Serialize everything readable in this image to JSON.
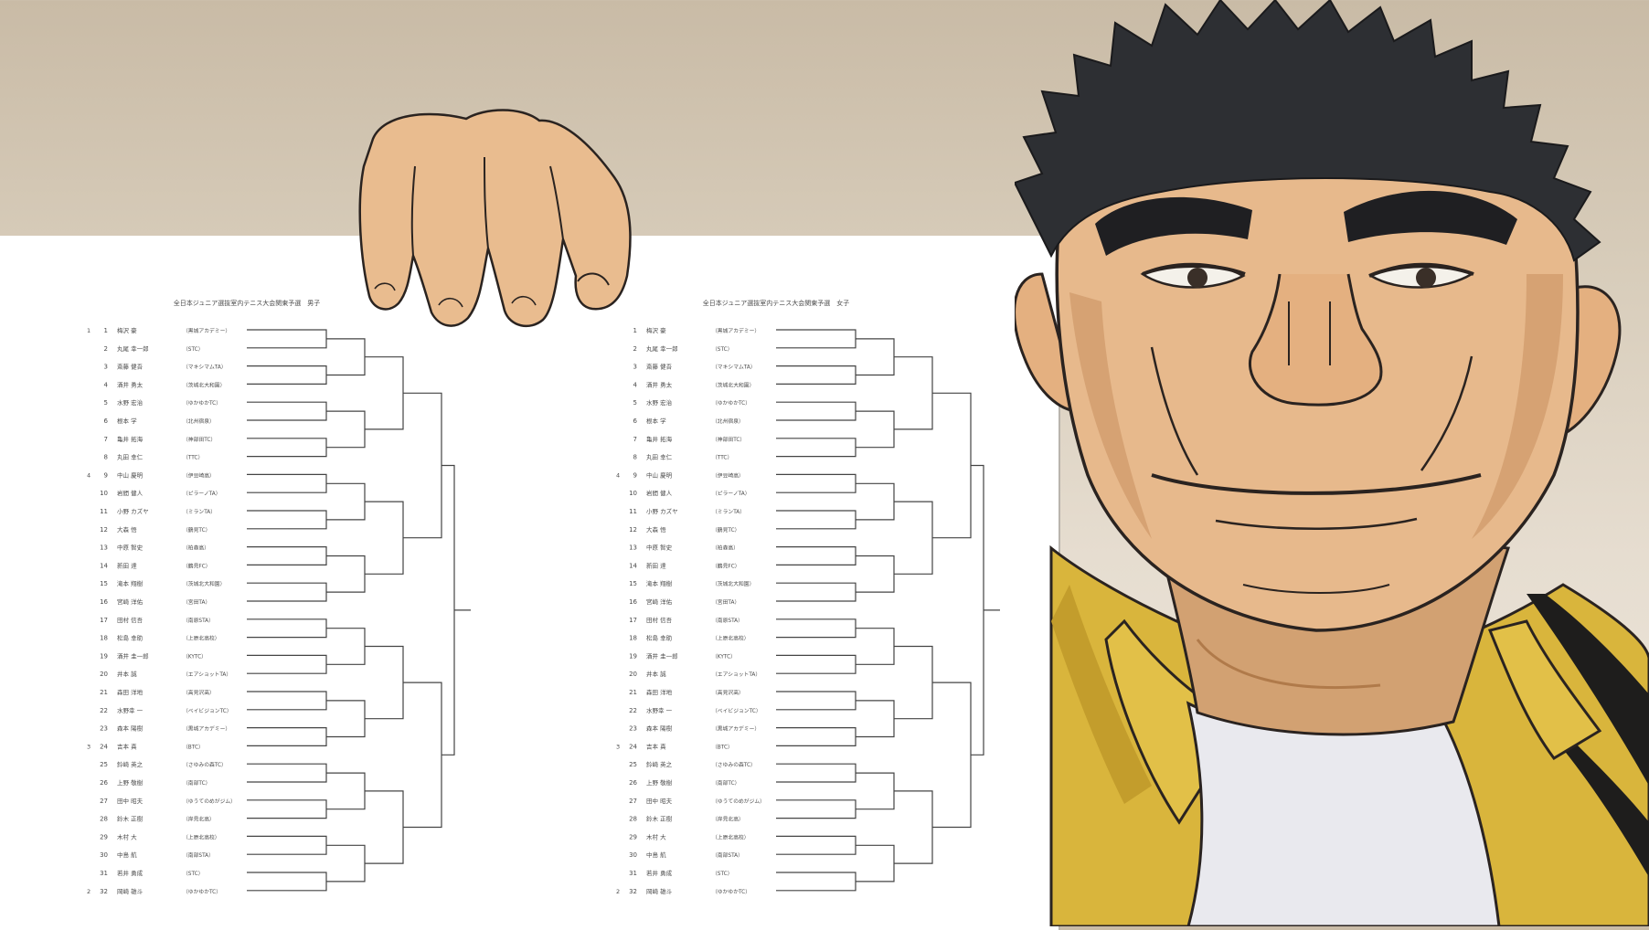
{
  "scene": {
    "description_hidden": "",
    "colors": {
      "wall": "#d8cdbb",
      "paper": "#ffffff",
      "skin": "#e7b98c",
      "skin_shadow": "#c9905f",
      "hair": "#2d2f33",
      "jacket": "#d9b53c",
      "jacket_stripe": "#1e1d1c",
      "shirt": "#e9e9ee",
      "line": "#2a2320"
    },
    "icons": [
      "hand-illustration",
      "man-illustration"
    ]
  },
  "bracket_sheets": [
    {
      "id": "left",
      "title": "全日本ジュニア選抜室内テニス大会関東予選　男子",
      "players": [
        {
          "no": "1",
          "seed": "1",
          "name": "梅沢 豪",
          "club": "（黒城アカデミー）"
        },
        {
          "no": "2",
          "seed": "",
          "name": "丸尾 幸一郎",
          "club": "（STC）"
        },
        {
          "no": "3",
          "seed": "",
          "name": "斎藤 健吾",
          "club": "（マキシマムTA）"
        },
        {
          "no": "4",
          "seed": "",
          "name": "酒井 勇太",
          "club": "（茨城北大和園）"
        },
        {
          "no": "5",
          "seed": "",
          "name": "水野 宏治",
          "club": "（ゆかゆかTC）"
        },
        {
          "no": "6",
          "seed": "",
          "name": "根本 学",
          "club": "（北州宿泉）"
        },
        {
          "no": "7",
          "seed": "",
          "name": "亀井 拓海",
          "club": "（神部田TC）"
        },
        {
          "no": "8",
          "seed": "",
          "name": "丸田 幸仁",
          "club": "（TTC）"
        },
        {
          "no": "9",
          "seed": "4",
          "name": "中山 慶明",
          "club": "（伊豆崎高）"
        },
        {
          "no": "10",
          "seed": "",
          "name": "岩間 健人",
          "club": "（ピラーノTA）"
        },
        {
          "no": "11",
          "seed": "",
          "name": "小野 カズヤ",
          "club": "（ミランTA）"
        },
        {
          "no": "12",
          "seed": "",
          "name": "大森 悟",
          "club": "（鶴見TC）"
        },
        {
          "no": "13",
          "seed": "",
          "name": "中原 智史",
          "club": "（柏森高）"
        },
        {
          "no": "14",
          "seed": "",
          "name": "新田 達",
          "club": "（鶴見FC）"
        },
        {
          "no": "15",
          "seed": "",
          "name": "滝本 翔樹",
          "club": "（茨城北大和園）"
        },
        {
          "no": "16",
          "seed": "",
          "name": "宮崎 洋佑",
          "club": "（宮田TA）"
        },
        {
          "no": "17",
          "seed": "",
          "name": "田村 信吾",
          "club": "（南原STA）"
        },
        {
          "no": "18",
          "seed": "",
          "name": "松島 幸助",
          "club": "（上原北高校）"
        },
        {
          "no": "19",
          "seed": "",
          "name": "酒井 圭一郎",
          "club": "（KYTC）"
        },
        {
          "no": "20",
          "seed": "",
          "name": "井本 誠",
          "club": "（エアショットTA）"
        },
        {
          "no": "21",
          "seed": "",
          "name": "森田 洋地",
          "club": "（高見沢高）"
        },
        {
          "no": "22",
          "seed": "",
          "name": "水野幸 一",
          "club": "（ベイビジョンTC）"
        },
        {
          "no": "23",
          "seed": "",
          "name": "森本 陽樹",
          "club": "（黒城アカデミー）"
        },
        {
          "no": "24",
          "seed": "3",
          "name": "吉本 真",
          "club": "（BTC）"
        },
        {
          "no": "25",
          "seed": "",
          "name": "鈴崎 英之",
          "club": "（さゆみの森TC）"
        },
        {
          "no": "26",
          "seed": "",
          "name": "上野 敬樹",
          "club": "（南部TC）"
        },
        {
          "no": "27",
          "seed": "",
          "name": "田中 昭夫",
          "club": "（ゆうてのめがジム）"
        },
        {
          "no": "28",
          "seed": "",
          "name": "鈴木 正樹",
          "club": "（岸見北高）"
        },
        {
          "no": "29",
          "seed": "",
          "name": "木村 大",
          "club": "（上原北高校）"
        },
        {
          "no": "30",
          "seed": "",
          "name": "中島 航",
          "club": "（南部STA）"
        },
        {
          "no": "31",
          "seed": "",
          "name": "若井 勇成",
          "club": "（STC）"
        },
        {
          "no": "32",
          "seed": "2",
          "name": "岡崎 雄斗",
          "club": "（ゆかゆかTC）"
        }
      ]
    },
    {
      "id": "right",
      "title": "全日本ジュニア選抜室内テニス大会関東予選　女子",
      "players": [
        {
          "no": "1",
          "seed": "",
          "name": "梅沢 豪",
          "club": "（黒城アカデミー）"
        },
        {
          "no": "2",
          "seed": "",
          "name": "丸尾 幸一郎",
          "club": "（STC）"
        },
        {
          "no": "3",
          "seed": "",
          "name": "斎藤 健吾",
          "club": "（マキシマムTA）"
        },
        {
          "no": "4",
          "seed": "",
          "name": "酒井 勇太",
          "club": "（茨城北大和園）"
        },
        {
          "no": "5",
          "seed": "",
          "name": "水野 宏治",
          "club": "（ゆかゆかTC）"
        },
        {
          "no": "6",
          "seed": "",
          "name": "根本 学",
          "club": "（北州宿泉）"
        },
        {
          "no": "7",
          "seed": "",
          "name": "亀井 拓海",
          "club": "（神部田TC）"
        },
        {
          "no": "8",
          "seed": "",
          "name": "丸田 幸仁",
          "club": "（TTC）"
        },
        {
          "no": "9",
          "seed": "4",
          "name": "中山 慶明",
          "club": "（伊豆崎高）"
        },
        {
          "no": "10",
          "seed": "",
          "name": "岩間 健人",
          "club": "（ピラーノTA）"
        },
        {
          "no": "11",
          "seed": "",
          "name": "小野 カズヤ",
          "club": "（ミランTA）"
        },
        {
          "no": "12",
          "seed": "",
          "name": "大森 悟",
          "club": "（鶴見TC）"
        },
        {
          "no": "13",
          "seed": "",
          "name": "中原 智史",
          "club": "（柏森高）"
        },
        {
          "no": "14",
          "seed": "",
          "name": "新田 達",
          "club": "（鶴見FC）"
        },
        {
          "no": "15",
          "seed": "",
          "name": "滝本 翔樹",
          "club": "（茨城北大和園）"
        },
        {
          "no": "16",
          "seed": "",
          "name": "宮崎 洋佑",
          "club": "（宮田TA）"
        },
        {
          "no": "17",
          "seed": "",
          "name": "田村 信吾",
          "club": "（南原STA）"
        },
        {
          "no": "18",
          "seed": "",
          "name": "松島 幸助",
          "club": "（上原北高校）"
        },
        {
          "no": "19",
          "seed": "",
          "name": "酒井 圭一郎",
          "club": "（KYTC）"
        },
        {
          "no": "20",
          "seed": "",
          "name": "井本 誠",
          "club": "（エアショットTA）"
        },
        {
          "no": "21",
          "seed": "",
          "name": "森田 洋地",
          "club": "（高見沢高）"
        },
        {
          "no": "22",
          "seed": "",
          "name": "水野幸 一",
          "club": "（ベイビジョンTC）"
        },
        {
          "no": "23",
          "seed": "",
          "name": "森本 陽樹",
          "club": "（黒城アカデミー）"
        },
        {
          "no": "24",
          "seed": "3",
          "name": "吉本 真",
          "club": "（BTC）"
        },
        {
          "no": "25",
          "seed": "",
          "name": "鈴崎 英之",
          "club": "（さゆみの森TC）"
        },
        {
          "no": "26",
          "seed": "",
          "name": "上野 敬樹",
          "club": "（南部TC）"
        },
        {
          "no": "27",
          "seed": "",
          "name": "田中 昭夫",
          "club": "（ゆうてのめがジム）"
        },
        {
          "no": "28",
          "seed": "",
          "name": "鈴木 正樹",
          "club": "（岸見北高）"
        },
        {
          "no": "29",
          "seed": "",
          "name": "木村 大",
          "club": "（上原北高校）"
        },
        {
          "no": "30",
          "seed": "",
          "name": "中島 航",
          "club": "（南部STA）"
        },
        {
          "no": "31",
          "seed": "",
          "name": "若井 勇成",
          "club": "（STC）"
        },
        {
          "no": "32",
          "seed": "2",
          "name": "岡崎 雄斗",
          "club": "（ゆかゆかTC）"
        }
      ]
    }
  ]
}
